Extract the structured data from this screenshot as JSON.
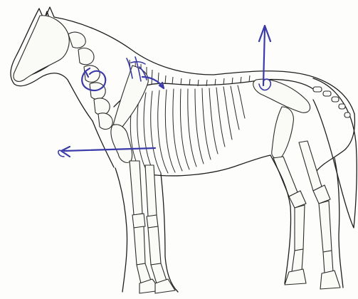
{
  "figure": {
    "subject": "horse-skeleton-within-body-outline",
    "colors": {
      "background": "#fdfdfb",
      "line": "#1e1e1e",
      "annotation_ink": "#3a3aa8"
    },
    "annotations": [
      {
        "kind": "circular-arrow",
        "region": "neck"
      },
      {
        "kind": "hand-scribble",
        "region": "withers"
      },
      {
        "kind": "curved-arrow",
        "region": "shoulder-blade"
      },
      {
        "kind": "vertical-arrow-up",
        "region": "croup"
      },
      {
        "kind": "horizontal-arrow-forward",
        "region": "chest"
      }
    ]
  }
}
